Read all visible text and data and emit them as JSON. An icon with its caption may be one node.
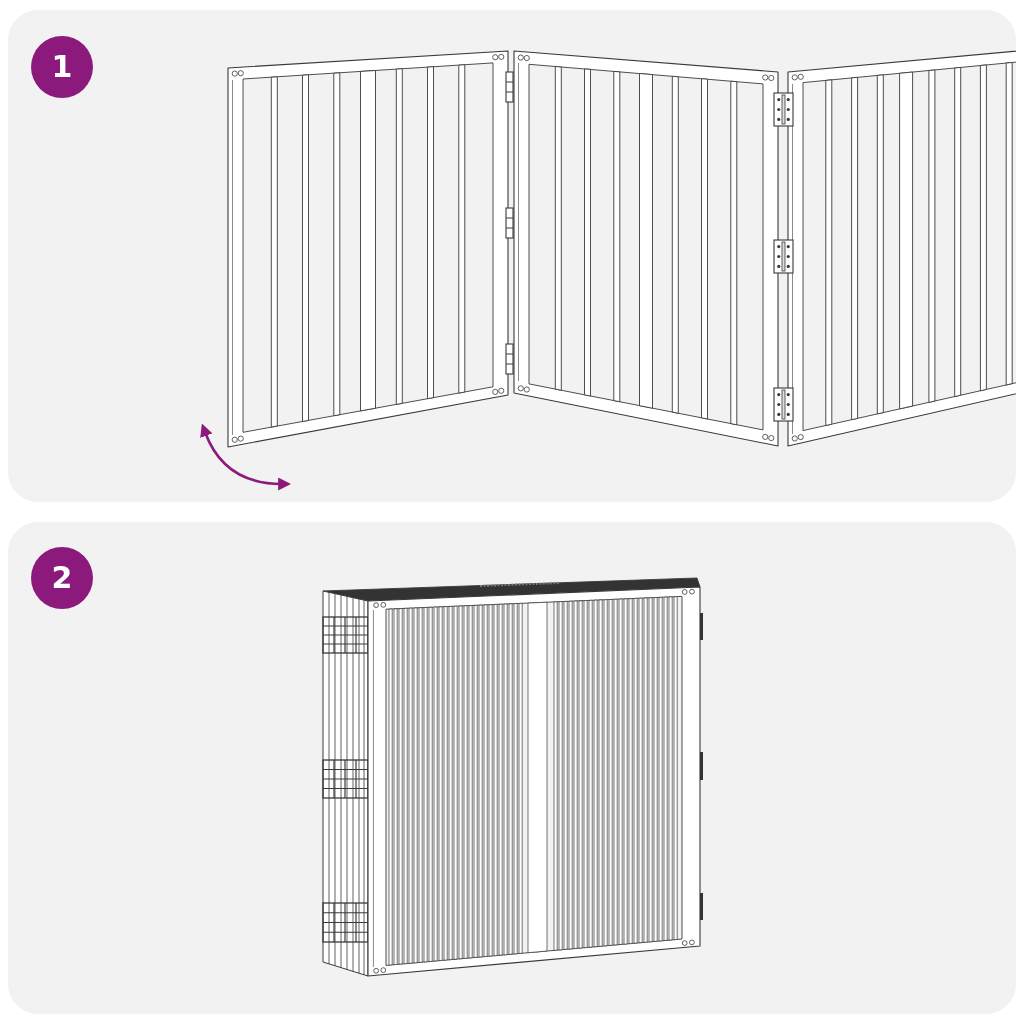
{
  "diagram": {
    "nodes": [
      {
        "text": [],
        "shape": "box"
      },
      {
        "text": [
          "1"
        ],
        "in": 0
      },
      {
        "text": [],
        "shape": "box"
      },
      {
        "text": [
          "2"
        ],
        "in": 2
      }
    ]
  }
}
